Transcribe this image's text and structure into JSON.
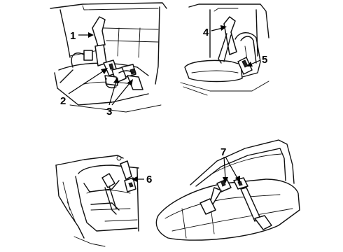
{
  "diagram": {
    "callouts": [
      {
        "id": "1",
        "label": "1"
      },
      {
        "id": "2",
        "label": "2"
      },
      {
        "id": "3",
        "label": "3"
      },
      {
        "id": "4",
        "label": "4"
      },
      {
        "id": "5",
        "label": "5"
      },
      {
        "id": "6",
        "label": "6"
      },
      {
        "id": "7",
        "label": "7"
      }
    ],
    "views": [
      {
        "id": "front-cab-view"
      },
      {
        "id": "side-seat-view"
      },
      {
        "id": "rear-quarter-view"
      },
      {
        "id": "bench-seat-view"
      }
    ]
  }
}
